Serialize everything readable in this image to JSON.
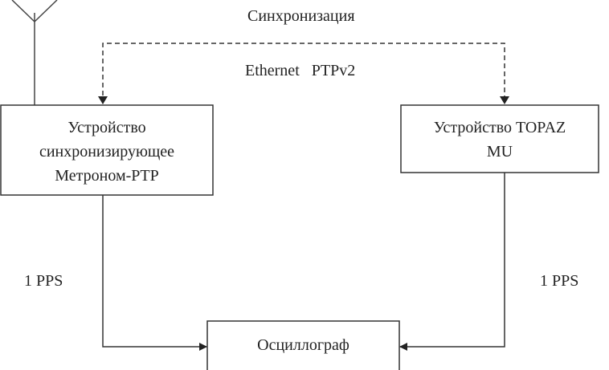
{
  "labels": {
    "sync": "Синхронизация",
    "protocol": "Ethernet   PTPv2",
    "pps_left": "1 PPS",
    "pps_right": "1 PPS"
  },
  "blocks": {
    "metronom": [
      "Устройство",
      "синхронизирующее",
      "Метроном-PTP"
    ],
    "topaz": [
      "Устройство TOPAZ",
      "MU"
    ],
    "oscilloscope": "Осциллограф"
  },
  "colors": {
    "line": "#333333"
  }
}
